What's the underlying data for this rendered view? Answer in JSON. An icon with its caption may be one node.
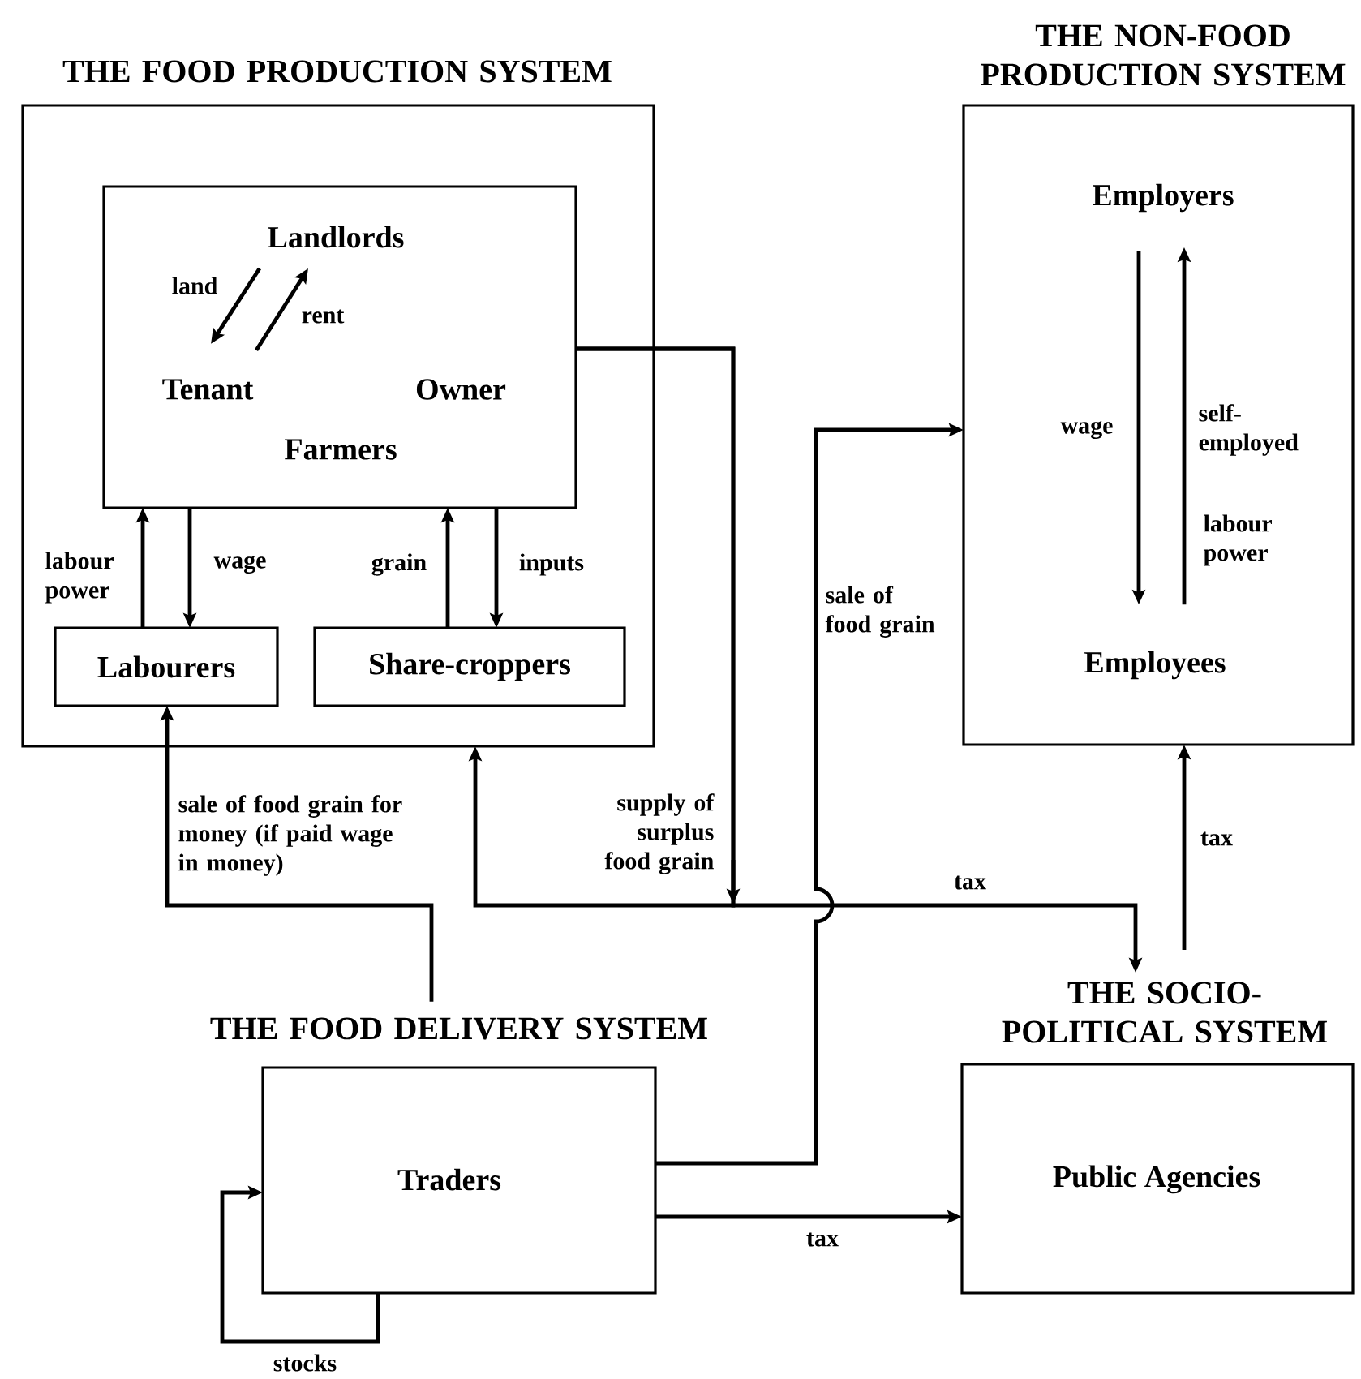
{
  "diagram": {
    "nodes": [
      {
        "text": [
          "THE FOOD PRODUCTION SYSTEM"
        ]
      },
      {
        "text": [
          "Owner",
          "Farmers"
        ],
        "in": 0
      },
      {
        "text": [
          "Landlords"
        ],
        "in": 1
      },
      {
        "text": [
          "Tenant"
        ],
        "in": 1
      },
      {
        "text": [
          "Labourers"
        ],
        "in": 0
      },
      {
        "text": [
          "Share-croppers"
        ],
        "in": 0
      },
      {
        "text": [
          "THE NON-FOOD PRODUCTION SYSTEM"
        ]
      },
      {
        "text": [
          "Employers"
        ],
        "in": 6
      },
      {
        "text": [
          "Employees"
        ],
        "in": 6
      },
      {
        "text": [
          "THE FOOD DELIVERY SYSTEM",
          "Traders"
        ]
      },
      {
        "text": [
          "THE SOCIO-POLITICAL SYSTEM",
          "Public Agencies"
        ]
      }
    ],
    "edges": [
      {
        "from": 2,
        "to": 3,
        "arrow": "to",
        "label": "land"
      },
      {
        "from": 3,
        "to": 2,
        "arrow": "to",
        "label": "rent"
      },
      {
        "from": 4,
        "to": 1,
        "arrow": "to",
        "label": "labour power"
      },
      {
        "from": 1,
        "to": 4,
        "arrow": "to",
        "label": "wage"
      },
      {
        "from": 5,
        "to": 1,
        "arrow": "to",
        "label": "grain"
      },
      {
        "from": 1,
        "to": 5,
        "arrow": "to",
        "label": "inputs"
      },
      {
        "from": 7,
        "to": 8,
        "arrow": "to",
        "label": "wage"
      },
      {
        "from": 8,
        "to": 7,
        "arrow": "to",
        "label": "self-employed"
      },
      {
        "from": 9,
        "to": 4,
        "arrow": "to",
        "label": "sale of food grain for money (if paid wage in money)"
      },
      {
        "from": 1,
        "to": 0,
        "arrow": "to",
        "label": "supply of surplus food grain"
      },
      {
        "from": 1,
        "to": 10,
        "arrow": "to",
        "label": "tax"
      },
      {
        "from": 9,
        "to": 6,
        "arrow": "to",
        "label": "sale of food grain"
      },
      {
        "from": 9,
        "to": 10,
        "arrow": "to",
        "label": "tax"
      },
      {
        "from": 9,
        "to": 9,
        "arrow": "to",
        "label": "stocks"
      },
      {
        "from": 10,
        "to": 6,
        "arrow": "to",
        "label": "tax"
      }
    ],
    "labels": [
      "labour power"
    ]
  }
}
